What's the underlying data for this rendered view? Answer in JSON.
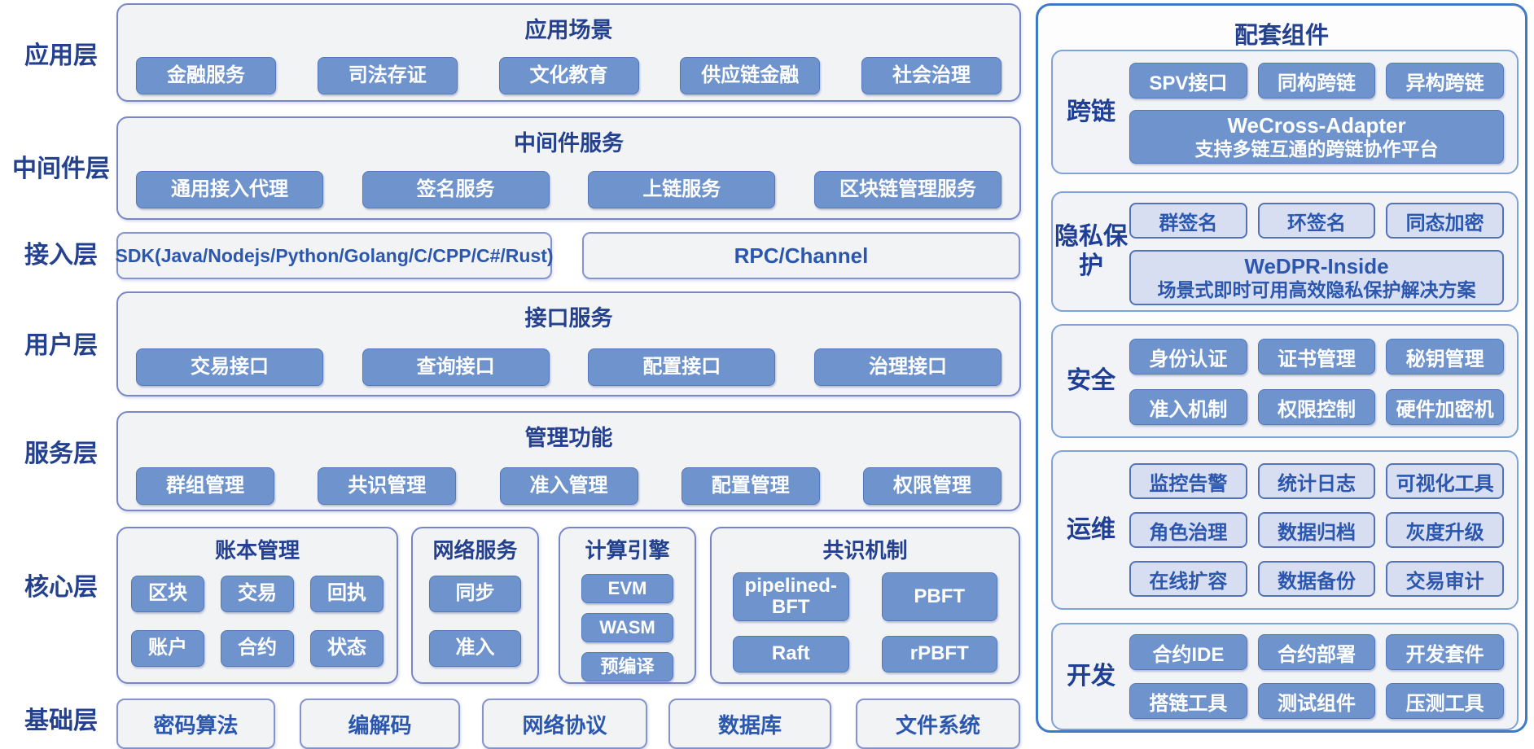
{
  "palette": {
    "chip_blue": "#6f94cd",
    "chip_border": "#5379bd",
    "dark_blue_text": "#24418f",
    "lavender_fill": "#d8def1",
    "lavender_text": "#2b57af",
    "container_fill": "#f2f3f5",
    "container_border": "#7787c8",
    "right_panel_border": "#3d7ac7"
  },
  "left": {
    "rows": [
      {
        "label": "应用层",
        "title": "应用场景",
        "items": [
          "金融服务",
          "司法存证",
          "文化教育",
          "供应链金融",
          "社会治理"
        ]
      },
      {
        "label": "中间件层",
        "title": "中间件服务",
        "items": [
          "通用接入代理",
          "签名服务",
          "上链服务",
          "区块链管理服务"
        ]
      },
      {
        "label": "接入层",
        "items": [
          "SDK(Java/Nodejs/Python/Golang/C/CPP/C#/Rust)",
          "RPC/Channel"
        ]
      },
      {
        "label": "用户层",
        "title": "接口服务",
        "items": [
          "交易接口",
          "查询接口",
          "配置接口",
          "治理接口"
        ]
      },
      {
        "label": "服务层",
        "title": "管理功能",
        "items": [
          "群组管理",
          "共识管理",
          "准入管理",
          "配置管理",
          "权限管理"
        ]
      },
      {
        "label": "核心层",
        "groups": [
          {
            "title": "账本管理",
            "items": [
              "区块",
              "交易",
              "回执",
              "账户",
              "合约",
              "状态"
            ]
          },
          {
            "title": "网络服务",
            "items": [
              "同步",
              "准入"
            ]
          },
          {
            "title": "计算引擎",
            "items": [
              "EVM",
              "WASM",
              "预编译"
            ]
          },
          {
            "title": "共识机制",
            "items": [
              "pipelined-BFT",
              "PBFT",
              "Raft",
              "rPBFT"
            ]
          }
        ]
      },
      {
        "label": "基础层",
        "items": [
          "密码算法",
          "编解码",
          "网络协议",
          "数据库",
          "文件系统"
        ]
      }
    ]
  },
  "right": {
    "title": "配套组件",
    "sections": [
      {
        "label": "跨链",
        "items": [
          "SPV接口",
          "同构跨链",
          "异构跨链"
        ],
        "wide_title": "WeCross-Adapter",
        "wide_subtitle": "支持多链互通的跨链协作平台"
      },
      {
        "label": "隐私保护",
        "items": [
          "群签名",
          "环签名",
          "同态加密"
        ],
        "wide_title": "WeDPR-Inside",
        "wide_subtitle": "场景式即时可用高效隐私保护解决方案"
      },
      {
        "label": "安全",
        "items": [
          "身份认证",
          "证书管理",
          "秘钥管理",
          "准入机制",
          "权限控制",
          "硬件加密机"
        ]
      },
      {
        "label": "运维",
        "items": [
          "监控告警",
          "统计日志",
          "可视化工具",
          "角色治理",
          "数据归档",
          "灰度升级",
          "在线扩容",
          "数据备份",
          "交易审计"
        ]
      },
      {
        "label": "开发",
        "items": [
          "合约IDE",
          "合约部署",
          "开发套件",
          "搭链工具",
          "测试组件",
          "压测工具"
        ]
      }
    ]
  }
}
